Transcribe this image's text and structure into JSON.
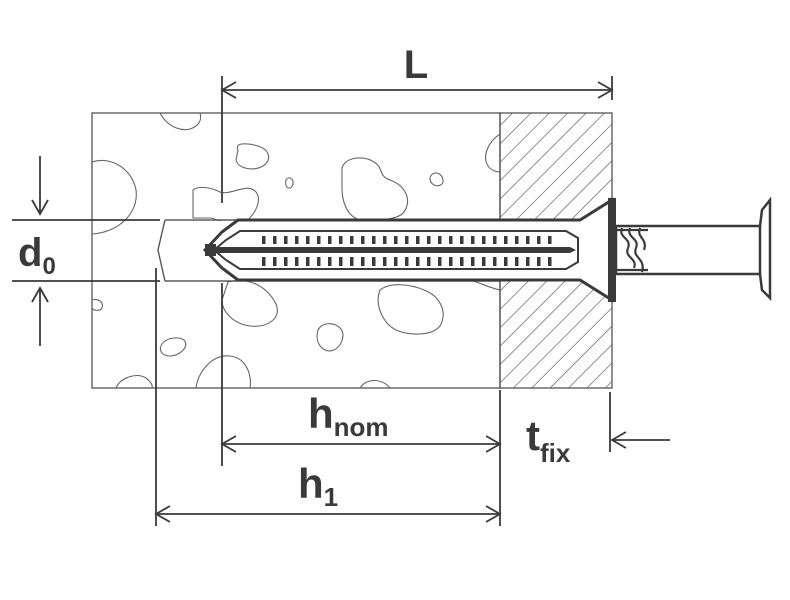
{
  "labels": {
    "L": "L",
    "d": "d",
    "d_sub": "0",
    "h": "h",
    "h_nom_sub": "nom",
    "h1_sub": "1",
    "t": "t",
    "t_fix_sub": "fix"
  },
  "colors": {
    "line": "#3a3a3a",
    "stroke_light": "#555555",
    "background": "#ffffff"
  }
}
